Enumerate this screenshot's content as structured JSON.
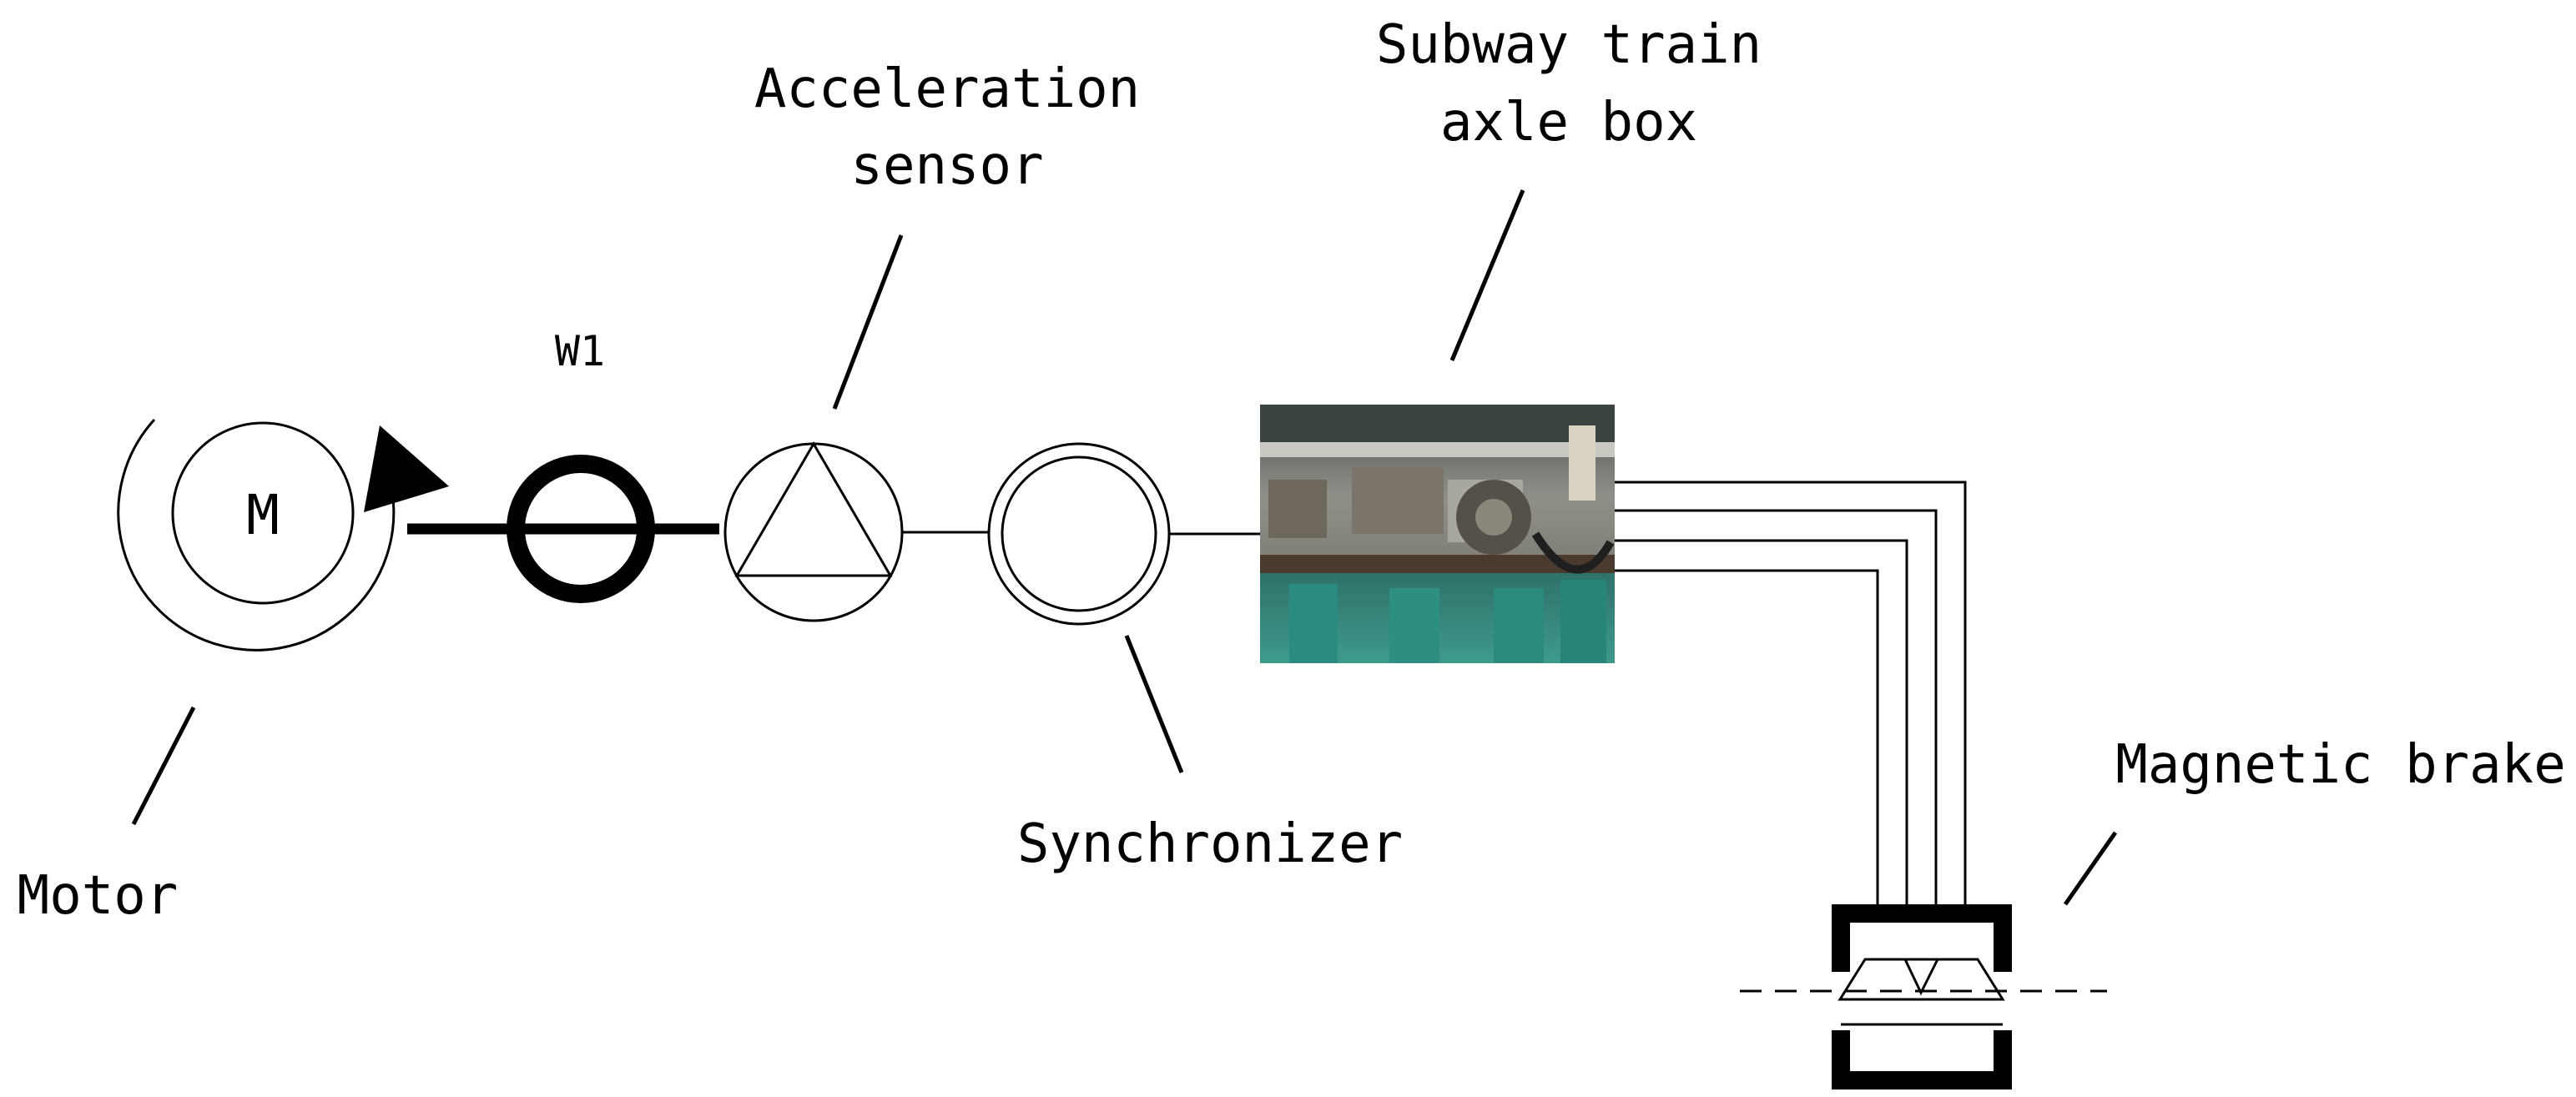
{
  "labels": {
    "motor": "Motor",
    "motor_symbol": "M",
    "coupling": "W1",
    "sensor_line1": "Acceleration",
    "sensor_line2": "sensor",
    "axle_line1": "Subway train",
    "axle_line2": "axle box",
    "synchronizer": "Synchronizer",
    "brake": "Magnetic brake"
  },
  "photo": {
    "subject": "subway-train-axle-box-photo"
  }
}
